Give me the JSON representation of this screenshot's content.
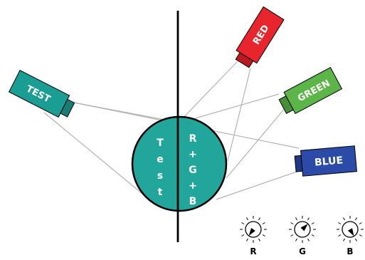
{
  "colors": {
    "background": "#ffffff",
    "divider": "#000000",
    "beam": "#b3b3b3",
    "circle_fill": "#22a59a",
    "circle_stroke": "#000000",
    "test_projector": "#1a9e93",
    "test_projector_lens": "#157f76",
    "red_projector": "#e8242c",
    "red_projector_lens": "#b81a20",
    "green_projector": "#5cb548",
    "green_projector_lens": "#46903a",
    "blue_projector": "#2c4aa8",
    "blue_projector_lens": "#1f3785",
    "label_text": "#ffffff",
    "knob_fill": "#ffffff",
    "knob_pointer": "#000000"
  },
  "projectors": {
    "test": {
      "label": "TEST"
    },
    "red": {
      "label": "RED"
    },
    "green": {
      "label": "GREEN"
    },
    "blue": {
      "label": "BLUE"
    }
  },
  "circle": {
    "left_letters": [
      "T",
      "e",
      "s",
      "t"
    ],
    "right_letters": [
      "R",
      "+",
      "G",
      "+",
      "B"
    ]
  },
  "knobs": [
    {
      "label": "R",
      "pointer_angle_deg": 235
    },
    {
      "label": "G",
      "pointer_angle_deg": 45
    },
    {
      "label": "B",
      "pointer_angle_deg": 300
    }
  ]
}
